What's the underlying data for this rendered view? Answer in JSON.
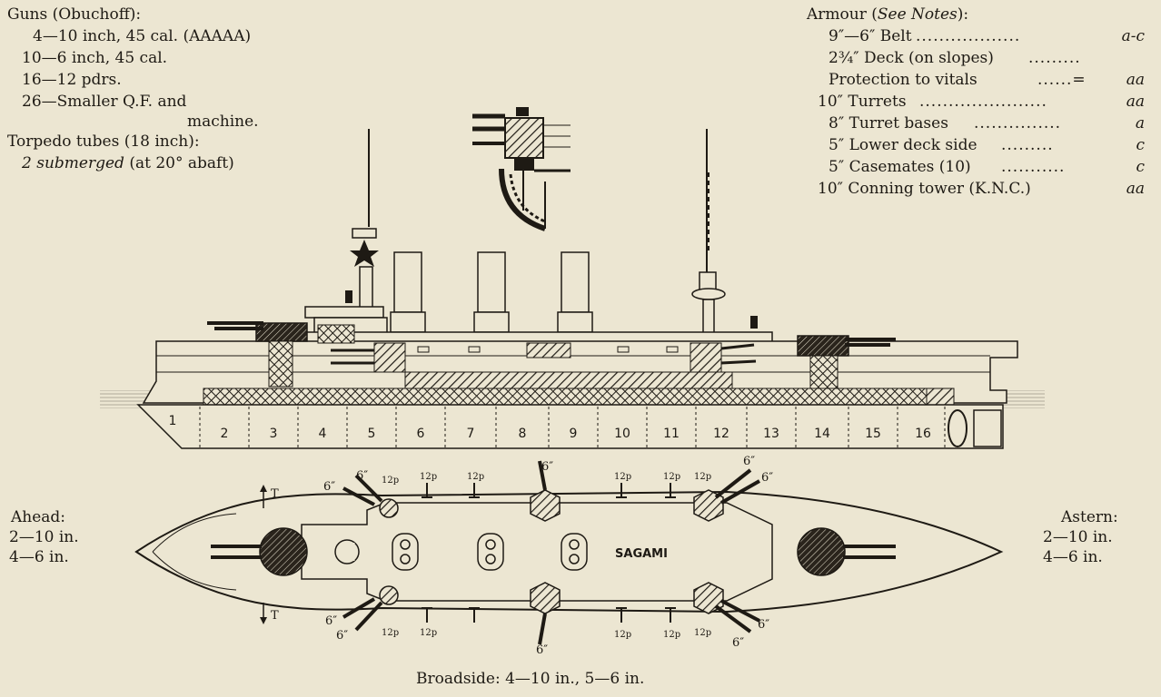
{
  "guns": {
    "heading": "Guns (Obuchoff):",
    "lines": [
      "4—10 inch, 45 cal. (AAAAA)",
      "10—6 inch, 45 cal.",
      "16—12 pdrs.",
      "26—Smaller Q.F. and",
      "machine."
    ],
    "torpedo_heading": "Torpedo tubes (18 inch):",
    "torpedo_line_italic": "2 submerged",
    "torpedo_line_rest": " (at 20° abaft)"
  },
  "armour": {
    "heading_plain": "Armour (",
    "heading_italic": "See Notes",
    "heading_close": "):",
    "rows": [
      {
        "label": "9″—6″ Belt",
        "dots": "..................",
        "grade": "a-c"
      },
      {
        "label": "2¾″ Deck (on slopes)",
        "dots": ".........",
        "grade": ""
      },
      {
        "label": "Protection to vitals",
        "dots": "......=",
        "grade": "aa"
      },
      {
        "label": "10″ Turrets",
        "dots": "......................",
        "grade": "aa"
      },
      {
        "label": "8″ Turret bases",
        "dots": "...............",
        "grade": "a"
      },
      {
        "label": "5″ Lower deck side",
        "dots": ".........",
        "grade": "c"
      },
      {
        "label": "5″ Casemates (10)",
        "dots": "...........",
        "grade": "c"
      },
      {
        "label": "10″ Conning tower (K.N.C.)",
        "dots": "",
        "grade": "aa"
      }
    ]
  },
  "ahead": {
    "heading": "Ahead:",
    "lines": [
      "2—10 in.",
      "4—6 in."
    ]
  },
  "astern": {
    "heading": "Astern:",
    "lines": [
      "2—10 in.",
      "4—6 in."
    ]
  },
  "broadside": "Broadside: 4—10 in., 5—6 in.",
  "ship_name": "SAGAMI",
  "compartments": [
    "1",
    "2",
    "3",
    "4",
    "5",
    "6",
    "7",
    "8",
    "9",
    "10",
    "11",
    "12",
    "13",
    "14",
    "15",
    "16"
  ],
  "plan_labels": {
    "gun6": "6″",
    "pdr12": "12p",
    "torpedo": "T"
  }
}
